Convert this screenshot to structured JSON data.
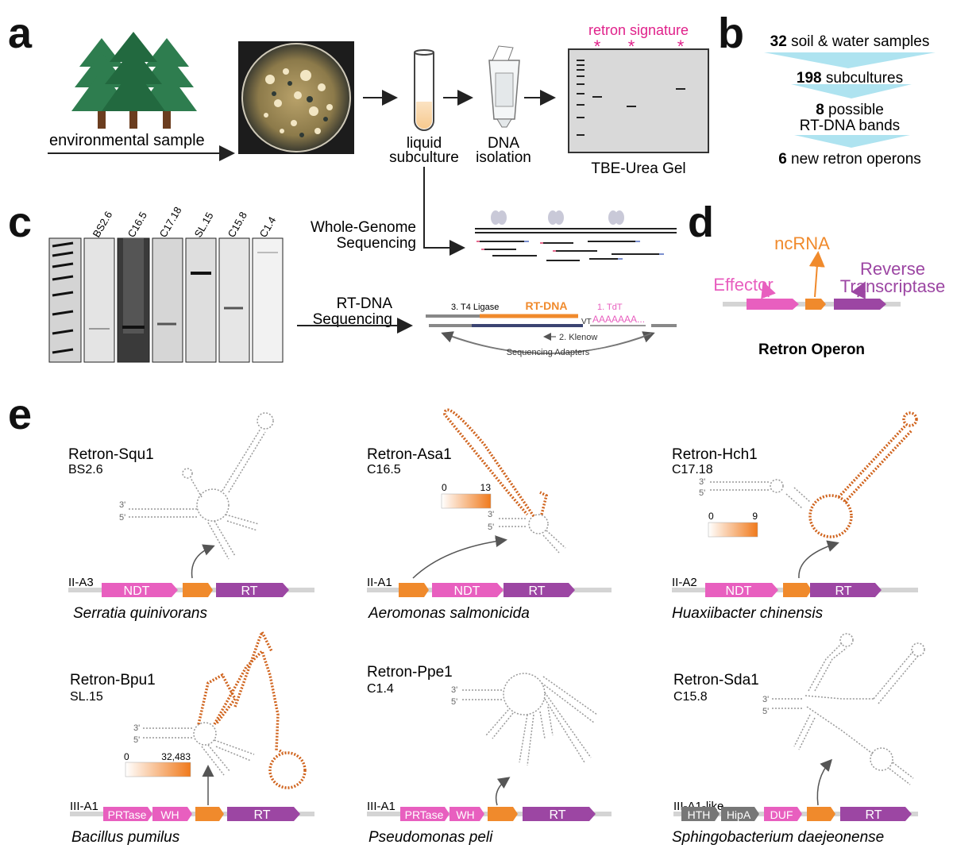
{
  "panel_a": {
    "letter": "a",
    "env_label": "environmental sample",
    "tube_label": [
      "liquid",
      "subculture"
    ],
    "dna_label": [
      "DNA",
      "isolation"
    ],
    "signature_label": "retron signature",
    "gel_label": "TBE-Urea Gel",
    "star": "*"
  },
  "panel_b": {
    "letter": "b",
    "rows": [
      {
        "num": "32",
        "text": " soil & water samples"
      },
      {
        "num": "198",
        "text": " subcultures"
      },
      {
        "num": "8",
        "text": " possible"
      },
      {
        "num": "",
        "text": "RT-DNA bands"
      },
      {
        "num": "6",
        "text": " new retron operons"
      }
    ]
  },
  "panel_c": {
    "letter": "c",
    "lanes": [
      "BS2.6",
      "C16.5",
      "C17.18",
      "SL.15",
      "C15.8",
      "C1.4"
    ],
    "wgs_label": [
      "Whole-Genome",
      "Sequencing"
    ],
    "rtdna_label": [
      "RT-DNA",
      "Sequencing"
    ],
    "ligase": "3. T4 Ligase",
    "rtdna": "RT-DNA",
    "tdt": "1. TdT",
    "polyA": "AAAAAAA...",
    "klenow": "2. Klenow",
    "adapters": "Sequencing Adapters",
    "vt": "VT"
  },
  "panel_d": {
    "letter": "d",
    "ncrna": "ncRNA",
    "effector": "Effector",
    "rt": [
      "Reverse",
      "Transcriptase"
    ],
    "operon": "Retron Operon"
  },
  "panel_e": {
    "letter": "e",
    "three_prime": "3'",
    "five_prime": "5'",
    "retrons": [
      {
        "name": "Retron-Squ1",
        "id": "BS2.6",
        "type": "II-A3",
        "species": "Serratia quinivorans",
        "genes": [
          "NDT",
          "",
          "RT"
        ],
        "scale": null
      },
      {
        "name": "Retron-Asa1",
        "id": "C16.5",
        "type": "II-A1",
        "species": "Aeromonas salmonicida",
        "genes": [
          "",
          "NDT",
          "RT"
        ],
        "scale": [
          "0",
          "13"
        ]
      },
      {
        "name": "Retron-Hch1",
        "id": "C17.18",
        "type": "II-A2",
        "species": "Huaxiibacter chinensis",
        "genes": [
          "NDT",
          "",
          "RT"
        ],
        "scale": [
          "0",
          "9"
        ]
      },
      {
        "name": "Retron-Bpu1",
        "id": "SL.15",
        "type": "III-A1",
        "species": "Bacillus pumilus",
        "genes": [
          "PRTase",
          "WH",
          "",
          "RT"
        ],
        "scale": [
          "0",
          "32,483"
        ]
      },
      {
        "name": "Retron-Ppe1",
        "id": "C1.4",
        "type": "III-A1",
        "species": "Pseudomonas peli",
        "genes": [
          "PRTase",
          "WH",
          "",
          "RT"
        ],
        "scale": null
      },
      {
        "name": "Retron-Sda1",
        "id": "C15.8",
        "type": "III-A1-like",
        "species": "Sphingobacterium daejeonense",
        "genes": [
          "HTH",
          "HipA",
          "DUF",
          "",
          "RT"
        ],
        "scale": null
      }
    ]
  },
  "colors": {
    "effector": "#e85fbf",
    "ncrna": "#f08a2c",
    "rt": "#9c46a3",
    "gray_gene": "#777777",
    "tree": "#2e7d4f",
    "magenta": "#e0218a",
    "cyan": "#aee3f0"
  }
}
